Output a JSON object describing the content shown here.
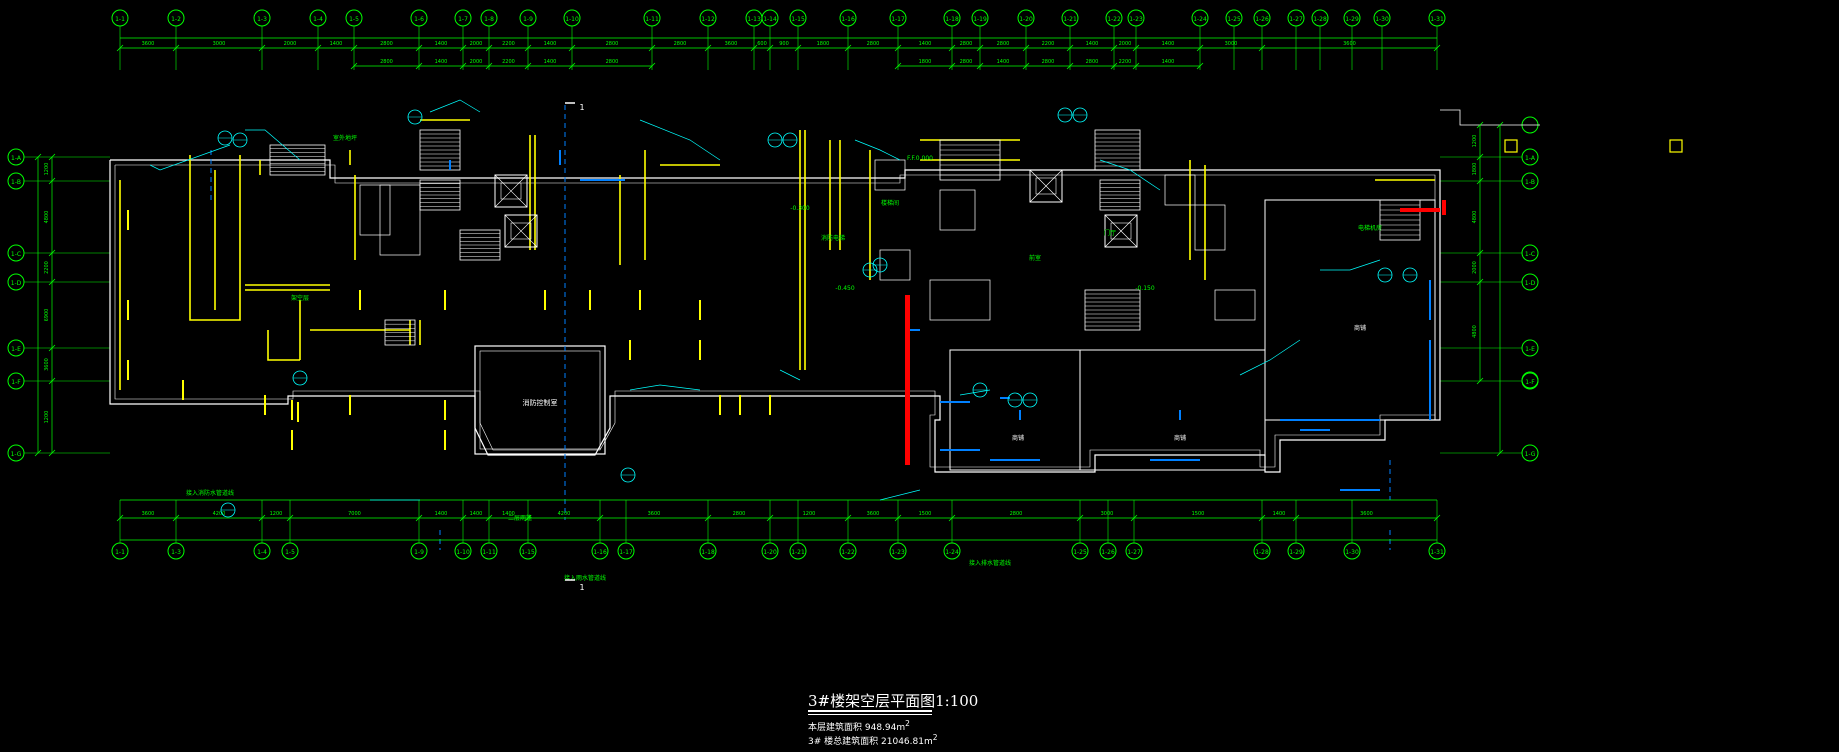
{
  "drawing": {
    "title": "3#楼架空层平面图",
    "scale": "1:100",
    "area_lines": [
      {
        "label": "本层建筑面积",
        "value": "948.94m",
        "sup": "2"
      },
      {
        "label": "3# 楼总建筑面积",
        "value": "21046.81m",
        "sup": "2"
      }
    ],
    "colors": {
      "background": "#000000",
      "axis": "#00ff00",
      "wall": "#ffff00",
      "structure": "#ffffff",
      "window": "#0080ff",
      "dimension": "#00ff00",
      "fire_wall": "#ff0000",
      "annotation": "#00ffff"
    },
    "top_axes": [
      "1-1",
      "1-2",
      "1-3",
      "1-4",
      "1-5",
      "1-6",
      "1-7",
      "1-8",
      "1-9",
      "1-10",
      "1-11",
      "1-12",
      "1-13",
      "1-14",
      "1-15",
      "1-16",
      "1-17",
      "1-18",
      "1-19",
      "1-20",
      "1-21",
      "1-22",
      "1-23",
      "1-24",
      "1-25",
      "1-26",
      "1-27",
      "1-28",
      "1-29",
      "1-30",
      "1-31"
    ],
    "bottom_axes": [
      "1-1",
      "1-3",
      "1-4",
      "1-5",
      "1-9",
      "1-10",
      "1-11",
      "1-15",
      "1-16",
      "1-17",
      "1-18",
      "1-20",
      "1-21",
      "1-22",
      "1-23",
      "1-24",
      "1-25",
      "1-26",
      "1-27",
      "1-28",
      "1-29",
      "1-30",
      "1-31"
    ],
    "side_axes": [
      "1-A",
      "1-B",
      "1-C",
      "1-D",
      "1-E",
      "1-F",
      "1-G"
    ],
    "top_dims": [
      "3600",
      "3000",
      "2000",
      "1400",
      "2800",
      "1400",
      "2000",
      "2200",
      "1400",
      "2800",
      "2800",
      "3600",
      "600",
      "900",
      "1800",
      "2800",
      "1400",
      "2800",
      "2800",
      "2200",
      "1400",
      "2000",
      "1400",
      "3000",
      "3600"
    ],
    "bottom_dims": [
      "3600",
      "4200",
      "1200",
      "7000",
      "1400",
      "1400",
      "1400",
      "4200",
      "3600",
      "2800",
      "1200",
      "3600",
      "1500",
      "2800",
      "3000",
      "1500",
      "1400",
      "3600"
    ],
    "room_labels": [
      "消防控制室",
      "商铺",
      "商铺",
      "商铺",
      "消防电梯",
      "楼梯间",
      "前室",
      "门厅",
      "架空层",
      "电梯机房"
    ],
    "notes": [
      "接入消防水管道线",
      "接入雨水管道线",
      "接入排水管道线",
      "二层雨篷",
      "室外地坪",
      "F.F.0.000",
      "-0.300",
      "-0.450",
      "-0.150"
    ],
    "left_dims": [
      "1200",
      "4800",
      "2200",
      "6900",
      "3600",
      "1200"
    ],
    "right_dims": [
      "1200",
      "1800",
      "4800",
      "2000",
      "4800"
    ]
  }
}
